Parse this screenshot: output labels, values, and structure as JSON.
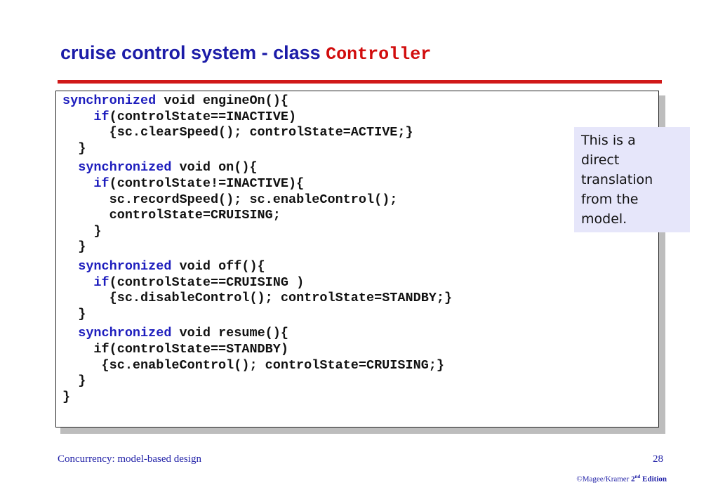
{
  "title": {
    "text": "cruise control system - class ",
    "code": "Controller"
  },
  "code": {
    "engineOn": {
      "l1_kw": "synchronized",
      "l1_rest": " void engineOn(){",
      "l2_kw": "if",
      "l2_rest": "(controlState==INACTIVE)",
      "l3": "{sc.clearSpeed(); controlState=ACTIVE;}",
      "l4": "}"
    },
    "on": {
      "l1_kw": "synchronized",
      "l1_rest": " void on(){",
      "l2_kw": "if",
      "l2_rest": "(controlState!=INACTIVE){",
      "l3": "sc.recordSpeed(); sc.enableControl();",
      "l4": "controlState=CRUISING;",
      "l5": "}",
      "l6": "}"
    },
    "off": {
      "l1_kw": "synchronized",
      "l1_rest": " void off(){",
      "l2_kw": "if",
      "l2_rest": "(controlState==CRUISING )",
      "l3": "{sc.disableControl(); controlState=STANDBY;}",
      "l4": "}"
    },
    "resume": {
      "l1_kw": "synchronized",
      "l1_rest": " void resume(){",
      "l2": "if(controlState==STANDBY)",
      "l3": "{sc.enableControl(); controlState=CRUISING;}",
      "l4": "}"
    },
    "close": "}"
  },
  "note": {
    "text": "This is a\ndirect\ntranslation\nfrom the\nmodel."
  },
  "footer": {
    "left": "Concurrency: model-based design",
    "page": "28",
    "copyright": "©Magee/Kramer ",
    "edition_num": "2",
    "edition_sup": "nd",
    "edition_word": " Edition"
  }
}
